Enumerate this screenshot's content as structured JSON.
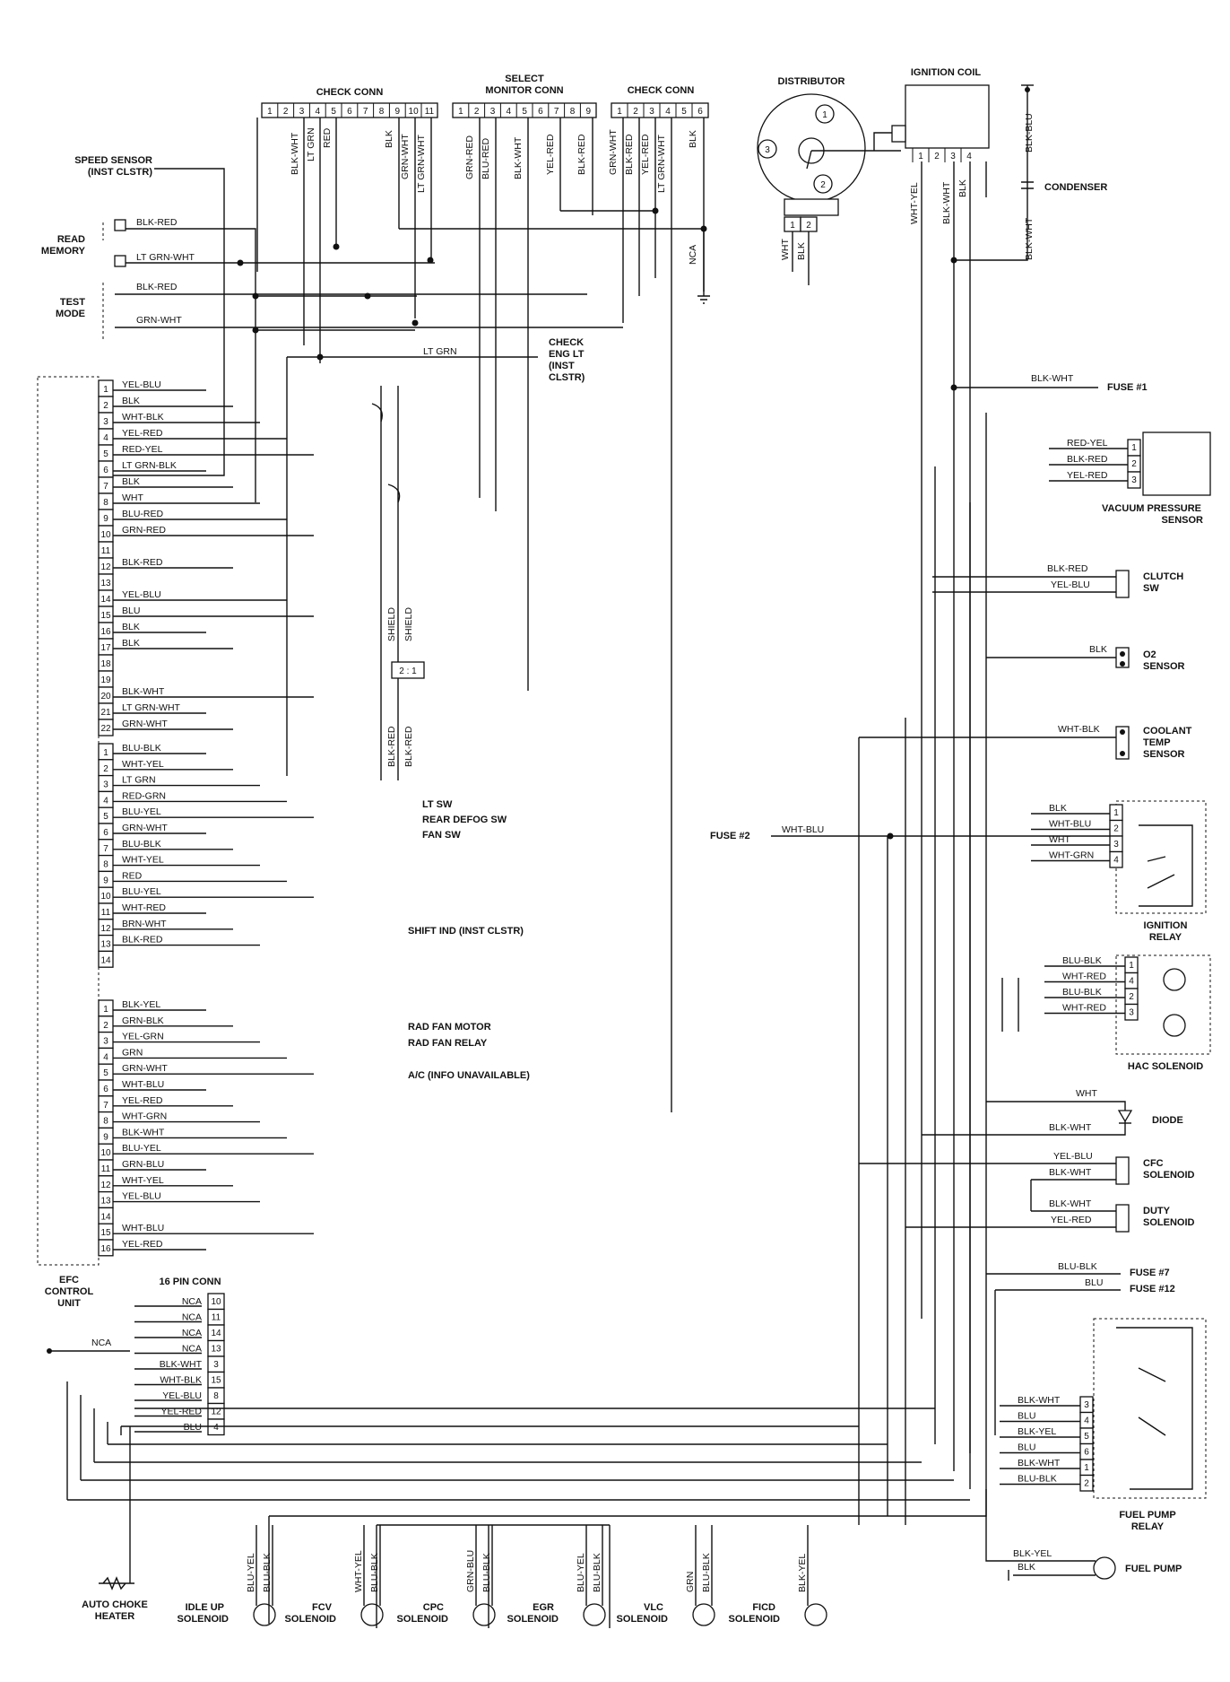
{
  "connectors": {
    "check_conn_1": {
      "title": "CHECK CONN",
      "pins": [
        "1",
        "2",
        "3",
        "4",
        "5",
        "6",
        "7",
        "8",
        "9",
        "10",
        "11"
      ]
    },
    "select_monitor": {
      "title_1": "SELECT",
      "title_2": "MONITOR CONN",
      "pins": [
        "1",
        "2",
        "3",
        "4",
        "5",
        "6",
        "7",
        "8",
        "9"
      ]
    },
    "check_conn_2": {
      "title": "CHECK CONN",
      "pins": [
        "1",
        "2",
        "3",
        "4",
        "5",
        "6"
      ]
    },
    "top_wires": [
      {
        "label": "BLK-WHT"
      },
      {
        "label": "LT GRN"
      },
      {
        "label": "RED"
      },
      {
        "label": "BLK"
      },
      {
        "label": "GRN-WHT"
      },
      {
        "label": "LT GRN-WHT"
      },
      {
        "label": "GRN-RED"
      },
      {
        "label": "BLU-RED"
      },
      {
        "label": "BLK-WHT"
      },
      {
        "label": "YEL-RED"
      },
      {
        "label": "BLK-RED"
      },
      {
        "label": "GRN-WHT"
      },
      {
        "label": "BLK-RED"
      },
      {
        "label": "YEL-RED"
      },
      {
        "label": "LT GRN-WHT"
      },
      {
        "label": "BLK"
      }
    ],
    "nca": "NCA"
  },
  "distributor": {
    "title": "DISTRIBUTOR",
    "terminals": [
      "1",
      "2",
      "3"
    ],
    "pins": [
      "1",
      "2"
    ],
    "wires": [
      "WHT",
      "BLK"
    ]
  },
  "ignition_coil": {
    "title": "IGNITION COIL",
    "pins": [
      "1",
      "2",
      "3",
      "4"
    ],
    "wires": [
      "WHT-YEL",
      "BLK-WHT",
      "BLK"
    ],
    "cond_wire": "BLK-BLU",
    "cond_wire_2": "BLK-WHT",
    "condenser": "CONDENSER"
  },
  "left_labels": {
    "speed_sensor": [
      "SPEED SENSOR",
      "(INST CLSTR)"
    ],
    "read_memory": [
      "READ",
      "MEMORY"
    ],
    "test_mode": [
      "TEST",
      "MODE"
    ],
    "rm_wires": [
      "BLK-RED",
      "LT GRN-WHT"
    ],
    "tm_wires": [
      "BLK-RED",
      "GRN-WHT"
    ],
    "check_eng": [
      "CHECK",
      "ENG LT",
      "(INST",
      "CLSTR)"
    ],
    "lt_grn": "LT GRN"
  },
  "ecu": {
    "name": [
      "EFC",
      "CONTROL",
      "UNIT"
    ],
    "group_a": [
      {
        "pin": "1",
        "wire": "YEL-BLU"
      },
      {
        "pin": "2",
        "wire": "BLK"
      },
      {
        "pin": "3",
        "wire": "WHT-BLK"
      },
      {
        "pin": "4",
        "wire": "YEL-RED"
      },
      {
        "pin": "5",
        "wire": "RED-YEL"
      },
      {
        "pin": "6",
        "wire": "LT GRN-BLK"
      },
      {
        "pin": "7",
        "wire": "BLK"
      },
      {
        "pin": "8",
        "wire": "WHT"
      },
      {
        "pin": "9",
        "wire": "BLU-RED"
      },
      {
        "pin": "10",
        "wire": "GRN-RED"
      },
      {
        "pin": "11",
        "wire": ""
      },
      {
        "pin": "12",
        "wire": "BLK-RED"
      },
      {
        "pin": "13",
        "wire": ""
      },
      {
        "pin": "14",
        "wire": "YEL-BLU"
      },
      {
        "pin": "15",
        "wire": "BLU"
      },
      {
        "pin": "16",
        "wire": "BLK"
      },
      {
        "pin": "17",
        "wire": "BLK"
      },
      {
        "pin": "18",
        "wire": ""
      },
      {
        "pin": "19",
        "wire": ""
      },
      {
        "pin": "20",
        "wire": "BLK-WHT"
      },
      {
        "pin": "21",
        "wire": "LT GRN-WHT"
      },
      {
        "pin": "22",
        "wire": "GRN-WHT"
      }
    ],
    "group_b": [
      {
        "pin": "1",
        "wire": "BLU-BLK"
      },
      {
        "pin": "2",
        "wire": "WHT-YEL"
      },
      {
        "pin": "3",
        "wire": "LT GRN"
      },
      {
        "pin": "4",
        "wire": "RED-GRN"
      },
      {
        "pin": "5",
        "wire": "BLU-YEL"
      },
      {
        "pin": "6",
        "wire": "GRN-WHT"
      },
      {
        "pin": "7",
        "wire": "BLU-BLK"
      },
      {
        "pin": "8",
        "wire": "WHT-YEL"
      },
      {
        "pin": "9",
        "wire": "RED"
      },
      {
        "pin": "10",
        "wire": "BLU-YEL"
      },
      {
        "pin": "11",
        "wire": "WHT-RED"
      },
      {
        "pin": "12",
        "wire": "BRN-WHT"
      },
      {
        "pin": "13",
        "wire": "BLK-RED"
      },
      {
        "pin": "14",
        "wire": ""
      }
    ],
    "group_c": [
      {
        "pin": "1",
        "wire": "BLK-YEL"
      },
      {
        "pin": "2",
        "wire": "GRN-BLK"
      },
      {
        "pin": "3",
        "wire": "YEL-GRN"
      },
      {
        "pin": "4",
        "wire": "GRN"
      },
      {
        "pin": "5",
        "wire": "GRN-WHT"
      },
      {
        "pin": "6",
        "wire": "WHT-BLU"
      },
      {
        "pin": "7",
        "wire": "YEL-RED"
      },
      {
        "pin": "8",
        "wire": "WHT-GRN"
      },
      {
        "pin": "9",
        "wire": "BLK-WHT"
      },
      {
        "pin": "10",
        "wire": "BLU-YEL"
      },
      {
        "pin": "11",
        "wire": "GRN-BLU"
      },
      {
        "pin": "12",
        "wire": "WHT-YEL"
      },
      {
        "pin": "13",
        "wire": "YEL-BLU"
      },
      {
        "pin": "14",
        "wire": ""
      },
      {
        "pin": "15",
        "wire": "WHT-BLU"
      },
      {
        "pin": "16",
        "wire": "YEL-RED"
      }
    ]
  },
  "mid": {
    "shield_1": "SHIELD",
    "shield_2": "SHIELD",
    "conn": "2 : 1",
    "blk_red_1": "BLK-RED",
    "blk_red_2": "BLK-RED",
    "lt_sw": "LT SW",
    "rear_defog": "REAR DEFOG SW",
    "fan_sw": "FAN SW",
    "shift_ind": "SHIFT IND (INST CLSTR)",
    "rad_fan_motor": "RAD FAN MOTOR",
    "rad_fan_relay": "RAD FAN RELAY",
    "ac": "A/C (INFO UNAVAILABLE)",
    "fuse2": "FUSE #2",
    "fuse2_wire": "WHT-BLU"
  },
  "pin16": {
    "title": "16 PIN CONN",
    "rows": [
      {
        "wire": "NCA",
        "pin": "10"
      },
      {
        "wire": "NCA",
        "pin": "11"
      },
      {
        "wire": "NCA",
        "pin": "14"
      },
      {
        "wire": "NCA",
        "pin": "13"
      },
      {
        "wire": "BLK-WHT",
        "pin": "3"
      },
      {
        "wire": "WHT-BLK",
        "pin": "15"
      },
      {
        "wire": "YEL-BLU",
        "pin": "8"
      },
      {
        "wire": "YEL-RED",
        "pin": "12"
      },
      {
        "wire": "BLU",
        "pin": "4"
      }
    ],
    "nca_left": "NCA"
  },
  "right": {
    "fuse1": {
      "wire": "BLK-WHT",
      "label": "FUSE #1"
    },
    "vps": {
      "wires": [
        "RED-YEL",
        "BLK-RED",
        "YEL-RED"
      ],
      "pins": [
        "1",
        "2",
        "3"
      ],
      "label": [
        "VACUUM PRESSURE",
        "SENSOR"
      ]
    },
    "clutch": {
      "wires": [
        "BLK-RED",
        "YEL-BLU"
      ],
      "label": [
        "CLUTCH",
        "SW"
      ]
    },
    "o2": {
      "wire": "BLK",
      "label": [
        "O2",
        "SENSOR"
      ]
    },
    "coolant": {
      "wire": "WHT-BLK",
      "label": [
        "COOLANT",
        "TEMP",
        "SENSOR"
      ]
    },
    "ign_relay": {
      "wires": [
        "BLK",
        "WHT-BLU",
        "WHT",
        "WHT-GRN"
      ],
      "pins": [
        "1",
        "2",
        "3",
        "4"
      ],
      "label": [
        "IGNITION",
        "RELAY"
      ]
    },
    "hac": {
      "wires": [
        "BLU-BLK",
        "WHT-RED",
        "BLU-BLK",
        "WHT-RED"
      ],
      "pins": [
        "1",
        "4",
        "2",
        "3"
      ],
      "label": "HAC SOLENOID"
    },
    "diode": {
      "wires": [
        "WHT",
        "BLK-WHT"
      ],
      "label": "DIODE"
    },
    "cfc": {
      "wires": [
        "YEL-BLU",
        "BLK-WHT"
      ],
      "label": [
        "CFC",
        "SOLENOID"
      ]
    },
    "duty": {
      "wires": [
        "BLK-WHT",
        "YEL-RED"
      ],
      "label": [
        "DUTY",
        "SOLENOID"
      ]
    },
    "fuse7": {
      "wire": "BLU-BLK",
      "label": "FUSE #7"
    },
    "fuse12": {
      "wire": "BLU",
      "label": "FUSE #12"
    },
    "fpr": {
      "wires": [
        "BLK-WHT",
        "BLU",
        "BLK-YEL",
        "BLU",
        "BLK-WHT",
        "BLU-BLK"
      ],
      "pins": [
        "3",
        "4",
        "5",
        "6",
        "1",
        "2"
      ],
      "label": [
        "FUEL PUMP",
        "RELAY"
      ]
    },
    "fuel_pump": {
      "wires": [
        "BLK-YEL",
        "BLK"
      ],
      "label": "FUEL PUMP"
    }
  },
  "bottom": [
    {
      "label": [
        "AUTO CHOKE",
        "HEATER"
      ],
      "wires": []
    },
    {
      "label": [
        "IDLE UP",
        "SOLENOID"
      ],
      "wires": [
        "BLU-YEL",
        "BLU-BLK"
      ]
    },
    {
      "label": [
        "FCV",
        "SOLENOID"
      ],
      "wires": [
        "WHT-YEL",
        "BLU-BLK"
      ]
    },
    {
      "label": [
        "CPC",
        "SOLENOID"
      ],
      "wires": [
        "GRN-BLU",
        "BLU-BLK"
      ]
    },
    {
      "label": [
        "EGR",
        "SOLENOID"
      ],
      "wires": [
        "BLU-YEL",
        "BLU-BLK"
      ]
    },
    {
      "label": [
        "VLC",
        "SOLENOID"
      ],
      "wires": [
        "GRN",
        "BLU-BLK"
      ]
    },
    {
      "label": [
        "FICD",
        "SOLENOID"
      ],
      "wires": [
        "BLK-YEL"
      ]
    }
  ]
}
